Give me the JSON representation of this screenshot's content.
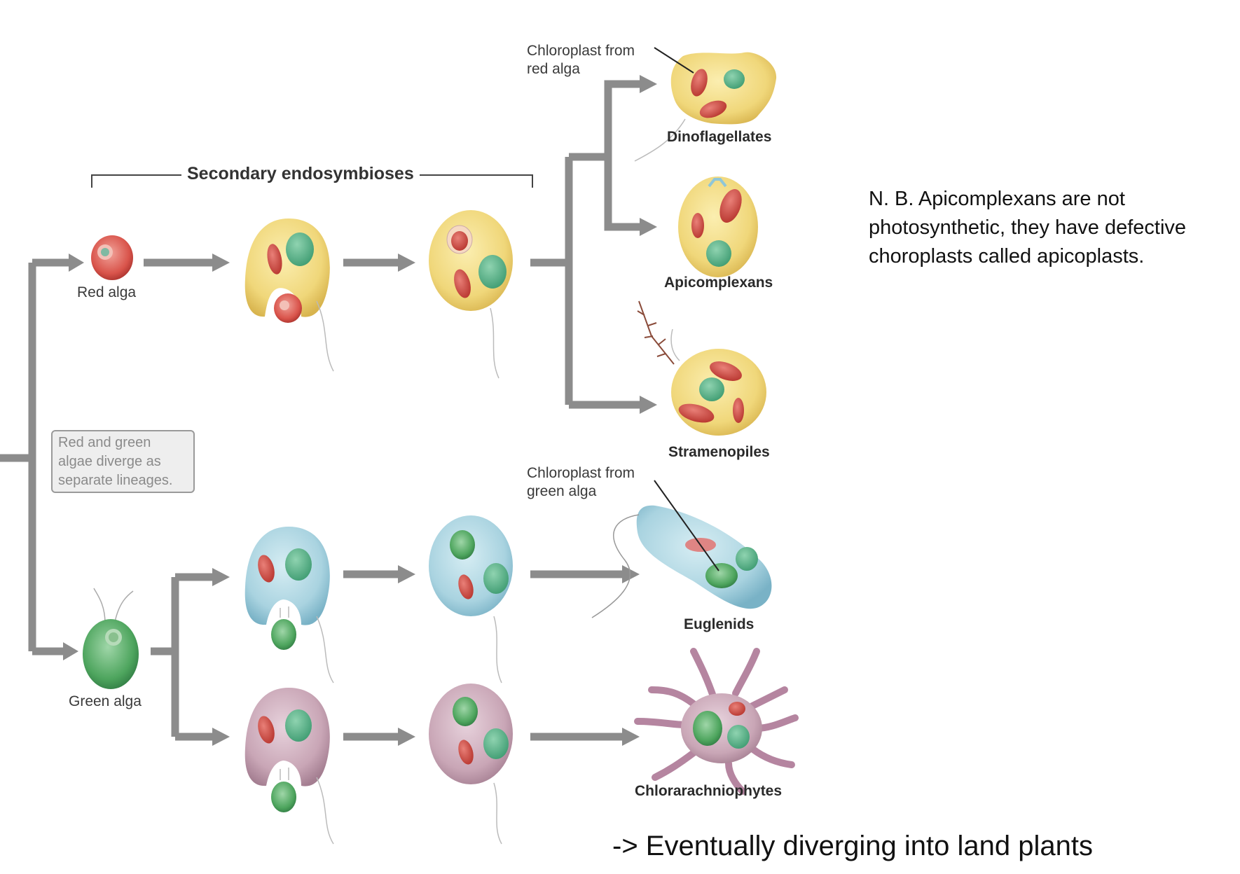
{
  "header": "Secondary endosymbioses",
  "organisms": {
    "red_alga": "Red alga",
    "green_alga": "Green alga",
    "dinoflagellates": "Dinoflagellates",
    "apicomplexans": "Apicomplexans",
    "stramenopiles": "Stramenopiles",
    "euglenids": "Euglenids",
    "chlorarachniophytes": "Chlorarachniophytes"
  },
  "callouts": {
    "red_chloroplast": [
      "Chloroplast from",
      "red alga"
    ],
    "green_chloroplast": [
      "Chloroplast from",
      "green alga"
    ]
  },
  "divergence_box": [
    "Red and green",
    "algae diverge as",
    "separate lineages."
  ],
  "note": "N. B. Apicomplexans are not photosynthetic, they have defective choroplasts called apicoplasts.",
  "bottom_note": "-> Eventually diverging into land plants",
  "colors": {
    "arrow": "#8c8c8c",
    "yellow_cell": "#f0d77a",
    "blue_cell": "#a9d3e0",
    "purple_cell": "#c9a6b6",
    "red_body": "#c8423b",
    "green_body": "#4aa576"
  }
}
